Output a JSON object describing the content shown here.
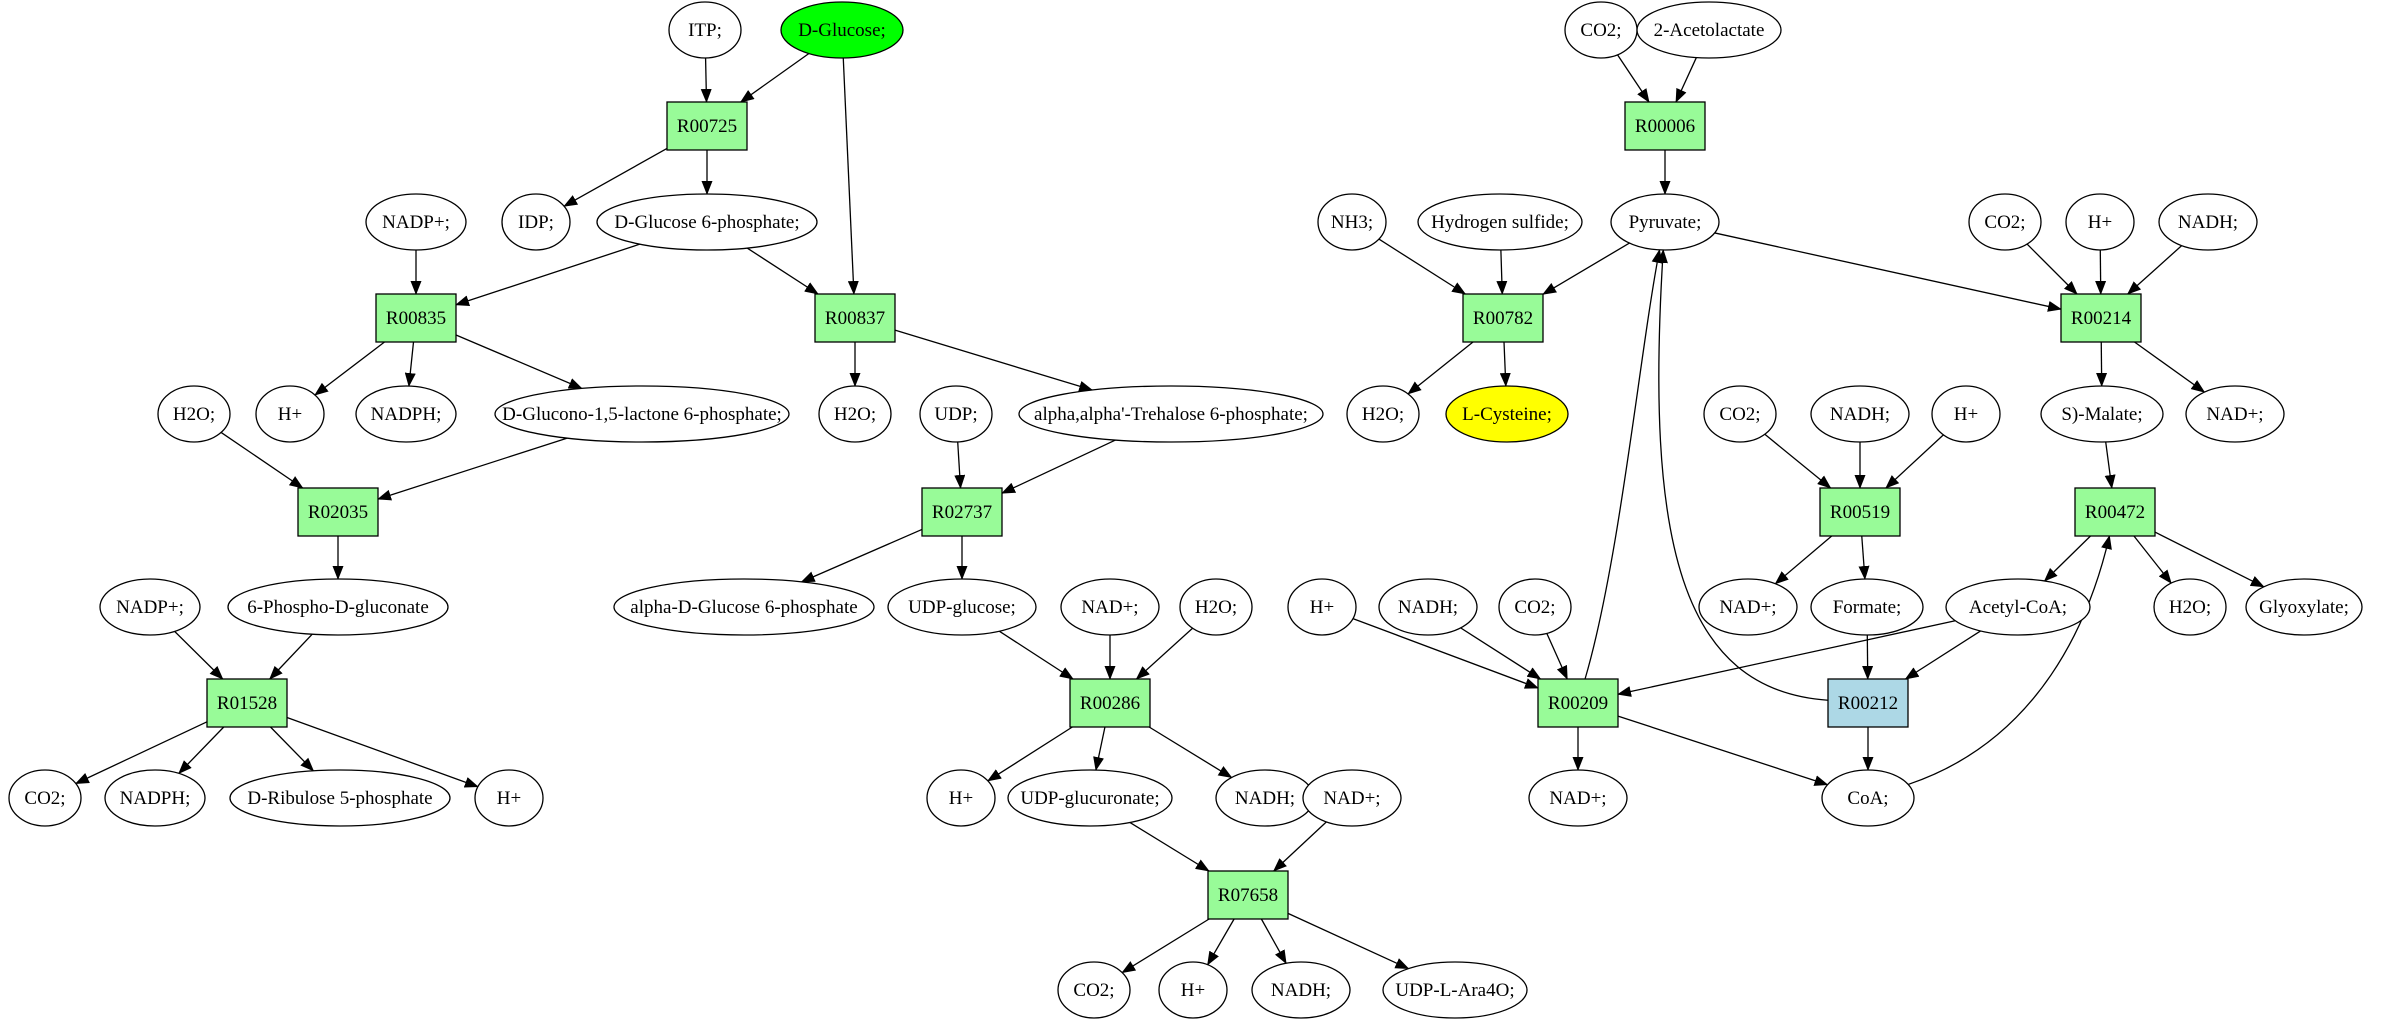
{
  "colors": {
    "reaction": "#98fb98",
    "reaction_highlight": "#add8e6",
    "compound": "#ffffff",
    "start_compound": "#00ff00",
    "target_compound": "#ffff00",
    "edge": "#000000"
  },
  "nodes": [
    {
      "id": "itp",
      "kind": "compound",
      "label": "ITP;"
    },
    {
      "id": "dglucose",
      "kind": "compound",
      "label": "D-Glucose;",
      "role": "start"
    },
    {
      "id": "r00725",
      "kind": "reaction",
      "label": "R00725"
    },
    {
      "id": "idp",
      "kind": "compound",
      "label": "IDP;"
    },
    {
      "id": "g6p",
      "kind": "compound",
      "label": "D-Glucose 6-phosphate;"
    },
    {
      "id": "nadp1",
      "kind": "compound",
      "label": "NADP+;"
    },
    {
      "id": "r00835",
      "kind": "reaction",
      "label": "R00835"
    },
    {
      "id": "r00837",
      "kind": "reaction",
      "label": "R00837"
    },
    {
      "id": "hplus1",
      "kind": "compound",
      "label": "H+"
    },
    {
      "id": "nadph1",
      "kind": "compound",
      "label": "NADPH;"
    },
    {
      "id": "glucono",
      "kind": "compound",
      "label": "D-Glucono-1,5-lactone 6-phosphate;"
    },
    {
      "id": "h2o1",
      "kind": "compound",
      "label": "H2O;"
    },
    {
      "id": "h2o2",
      "kind": "compound",
      "label": "H2O;"
    },
    {
      "id": "udp",
      "kind": "compound",
      "label": "UDP;"
    },
    {
      "id": "trehalose",
      "kind": "compound",
      "label": "alpha,alpha'-Trehalose 6-phosphate;"
    },
    {
      "id": "r02035",
      "kind": "reaction",
      "label": "R02035"
    },
    {
      "id": "r02737",
      "kind": "reaction",
      "label": "R02737"
    },
    {
      "id": "nadp2",
      "kind": "compound",
      "label": "NADP+;"
    },
    {
      "id": "phosphogluconate",
      "kind": "compound",
      "label": "6-Phospho-D-gluconate"
    },
    {
      "id": "aglc6p",
      "kind": "compound",
      "label": "alpha-D-Glucose 6-phosphate"
    },
    {
      "id": "udpglucose",
      "kind": "compound",
      "label": "UDP-glucose;"
    },
    {
      "id": "nad1",
      "kind": "compound",
      "label": "NAD+;"
    },
    {
      "id": "h2o3",
      "kind": "compound",
      "label": "H2O;"
    },
    {
      "id": "r01528",
      "kind": "reaction",
      "label": "R01528"
    },
    {
      "id": "r00286",
      "kind": "reaction",
      "label": "R00286"
    },
    {
      "id": "co2a",
      "kind": "compound",
      "label": "CO2;"
    },
    {
      "id": "nadph2",
      "kind": "compound",
      "label": "NADPH;"
    },
    {
      "id": "ribulose",
      "kind": "compound",
      "label": "D-Ribulose 5-phosphate"
    },
    {
      "id": "hplus2",
      "kind": "compound",
      "label": "H+"
    },
    {
      "id": "hplus3",
      "kind": "compound",
      "label": "H+"
    },
    {
      "id": "udpglucuronate",
      "kind": "compound",
      "label": "UDP-glucuronate;"
    },
    {
      "id": "nadh1",
      "kind": "compound",
      "label": "NADH;"
    },
    {
      "id": "nad2",
      "kind": "compound",
      "label": "NAD+;"
    },
    {
      "id": "r07658",
      "kind": "reaction",
      "label": "R07658"
    },
    {
      "id": "co2b",
      "kind": "compound",
      "label": "CO2;"
    },
    {
      "id": "hplus4",
      "kind": "compound",
      "label": "H+"
    },
    {
      "id": "nadh2",
      "kind": "compound",
      "label": "NADH;"
    },
    {
      "id": "udpara",
      "kind": "compound",
      "label": "UDP-L-Ara4O;"
    },
    {
      "id": "co2c",
      "kind": "compound",
      "label": "CO2;"
    },
    {
      "id": "acetolactate",
      "kind": "compound",
      "label": "2-Acetolactate"
    },
    {
      "id": "r00006",
      "kind": "reaction",
      "label": "R00006"
    },
    {
      "id": "nh3",
      "kind": "compound",
      "label": "NH3;"
    },
    {
      "id": "h2s",
      "kind": "compound",
      "label": "Hydrogen sulfide;"
    },
    {
      "id": "pyruvate",
      "kind": "compound",
      "label": "Pyruvate;"
    },
    {
      "id": "co2d",
      "kind": "compound",
      "label": "CO2;"
    },
    {
      "id": "hplus5",
      "kind": "compound",
      "label": "H+"
    },
    {
      "id": "nadh3",
      "kind": "compound",
      "label": "NADH;"
    },
    {
      "id": "r00782",
      "kind": "reaction",
      "label": "R00782"
    },
    {
      "id": "r00214",
      "kind": "reaction",
      "label": "R00214"
    },
    {
      "id": "h2o4",
      "kind": "compound",
      "label": "H2O;"
    },
    {
      "id": "cysteine",
      "kind": "compound",
      "label": "L-Cysteine;",
      "role": "target"
    },
    {
      "id": "co2e",
      "kind": "compound",
      "label": "CO2;"
    },
    {
      "id": "nadh4",
      "kind": "compound",
      "label": "NADH;"
    },
    {
      "id": "hplus6",
      "kind": "compound",
      "label": "H+"
    },
    {
      "id": "malate",
      "kind": "compound",
      "label": "S)-Malate;"
    },
    {
      "id": "nad3",
      "kind": "compound",
      "label": "NAD+;"
    },
    {
      "id": "r00519",
      "kind": "reaction",
      "label": "R00519"
    },
    {
      "id": "r00472",
      "kind": "reaction",
      "label": "R00472"
    },
    {
      "id": "nad4",
      "kind": "compound",
      "label": "NAD+;"
    },
    {
      "id": "formate",
      "kind": "compound",
      "label": "Formate;"
    },
    {
      "id": "hplus7",
      "kind": "compound",
      "label": "H+"
    },
    {
      "id": "nadh5",
      "kind": "compound",
      "label": "NADH;"
    },
    {
      "id": "co2f",
      "kind": "compound",
      "label": "CO2;"
    },
    {
      "id": "acetylcoa",
      "kind": "compound",
      "label": "Acetyl-CoA;"
    },
    {
      "id": "h2o5",
      "kind": "compound",
      "label": "H2O;"
    },
    {
      "id": "glyoxylate",
      "kind": "compound",
      "label": "Glyoxylate;"
    },
    {
      "id": "r00209",
      "kind": "reaction",
      "label": "R00209"
    },
    {
      "id": "r00212",
      "kind": "reaction",
      "label": "R00212",
      "role": "highlight"
    },
    {
      "id": "nad5",
      "kind": "compound",
      "label": "NAD+;"
    },
    {
      "id": "coa",
      "kind": "compound",
      "label": "CoA;"
    }
  ],
  "edges": [
    {
      "from": "itp",
      "to": "r00725"
    },
    {
      "from": "dglucose",
      "to": "r00725"
    },
    {
      "from": "dglucose",
      "to": "r00837"
    },
    {
      "from": "r00725",
      "to": "idp"
    },
    {
      "from": "r00725",
      "to": "g6p"
    },
    {
      "from": "nadp1",
      "to": "r00835"
    },
    {
      "from": "g6p",
      "to": "r00835"
    },
    {
      "from": "g6p",
      "to": "r00837"
    },
    {
      "from": "r00835",
      "to": "hplus1"
    },
    {
      "from": "r00835",
      "to": "nadph1"
    },
    {
      "from": "r00835",
      "to": "glucono"
    },
    {
      "from": "r00837",
      "to": "h2o2"
    },
    {
      "from": "r00837",
      "to": "trehalose"
    },
    {
      "from": "h2o1",
      "to": "r02035"
    },
    {
      "from": "glucono",
      "to": "r02035"
    },
    {
      "from": "udp",
      "to": "r02737"
    },
    {
      "from": "trehalose",
      "to": "r02737"
    },
    {
      "from": "r02035",
      "to": "phosphogluconate"
    },
    {
      "from": "r02737",
      "to": "aglc6p"
    },
    {
      "from": "r02737",
      "to": "udpglucose"
    },
    {
      "from": "nadp2",
      "to": "r01528"
    },
    {
      "from": "phosphogluconate",
      "to": "r01528"
    },
    {
      "from": "udpglucose",
      "to": "r00286"
    },
    {
      "from": "nad1",
      "to": "r00286"
    },
    {
      "from": "h2o3",
      "to": "r00286"
    },
    {
      "from": "r01528",
      "to": "co2a"
    },
    {
      "from": "r01528",
      "to": "nadph2"
    },
    {
      "from": "r01528",
      "to": "ribulose"
    },
    {
      "from": "r01528",
      "to": "hplus2"
    },
    {
      "from": "r00286",
      "to": "hplus3"
    },
    {
      "from": "r00286",
      "to": "udpglucuronate"
    },
    {
      "from": "r00286",
      "to": "nadh1"
    },
    {
      "from": "udpglucuronate",
      "to": "r07658"
    },
    {
      "from": "nad2",
      "to": "r07658"
    },
    {
      "from": "r07658",
      "to": "co2b"
    },
    {
      "from": "r07658",
      "to": "hplus4"
    },
    {
      "from": "r07658",
      "to": "nadh2"
    },
    {
      "from": "r07658",
      "to": "udpara"
    },
    {
      "from": "co2c",
      "to": "r00006"
    },
    {
      "from": "acetolactate",
      "to": "r00006"
    },
    {
      "from": "r00006",
      "to": "pyruvate"
    },
    {
      "from": "nh3",
      "to": "r00782"
    },
    {
      "from": "h2s",
      "to": "r00782"
    },
    {
      "from": "pyruvate",
      "to": "r00782"
    },
    {
      "from": "pyruvate",
      "to": "r00214"
    },
    {
      "from": "co2d",
      "to": "r00214"
    },
    {
      "from": "hplus5",
      "to": "r00214"
    },
    {
      "from": "nadh3",
      "to": "r00214"
    },
    {
      "from": "r00782",
      "to": "h2o4"
    },
    {
      "from": "r00782",
      "to": "cysteine"
    },
    {
      "from": "r00214",
      "to": "malate"
    },
    {
      "from": "r00214",
      "to": "nad3"
    },
    {
      "from": "co2e",
      "to": "r00519"
    },
    {
      "from": "nadh4",
      "to": "r00519"
    },
    {
      "from": "hplus6",
      "to": "r00519"
    },
    {
      "from": "malate",
      "to": "r00472"
    },
    {
      "from": "r00519",
      "to": "nad4"
    },
    {
      "from": "r00519",
      "to": "formate"
    },
    {
      "from": "r00472",
      "to": "acetylcoa"
    },
    {
      "from": "r00472",
      "to": "h2o5"
    },
    {
      "from": "r00472",
      "to": "glyoxylate"
    },
    {
      "from": "hplus7",
      "to": "r00209"
    },
    {
      "from": "nadh5",
      "to": "r00209"
    },
    {
      "from": "co2f",
      "to": "r00209"
    },
    {
      "from": "acetylcoa",
      "to": "r00209"
    },
    {
      "from": "acetylcoa",
      "to": "r00212"
    },
    {
      "from": "formate",
      "to": "r00212"
    },
    {
      "from": "r00209",
      "to": "pyruvate"
    },
    {
      "from": "r00212",
      "to": "pyruvate"
    },
    {
      "from": "r00209",
      "to": "nad5"
    },
    {
      "from": "r00209",
      "to": "coa"
    },
    {
      "from": "r00212",
      "to": "coa"
    },
    {
      "from": "coa",
      "to": "r00472"
    }
  ]
}
